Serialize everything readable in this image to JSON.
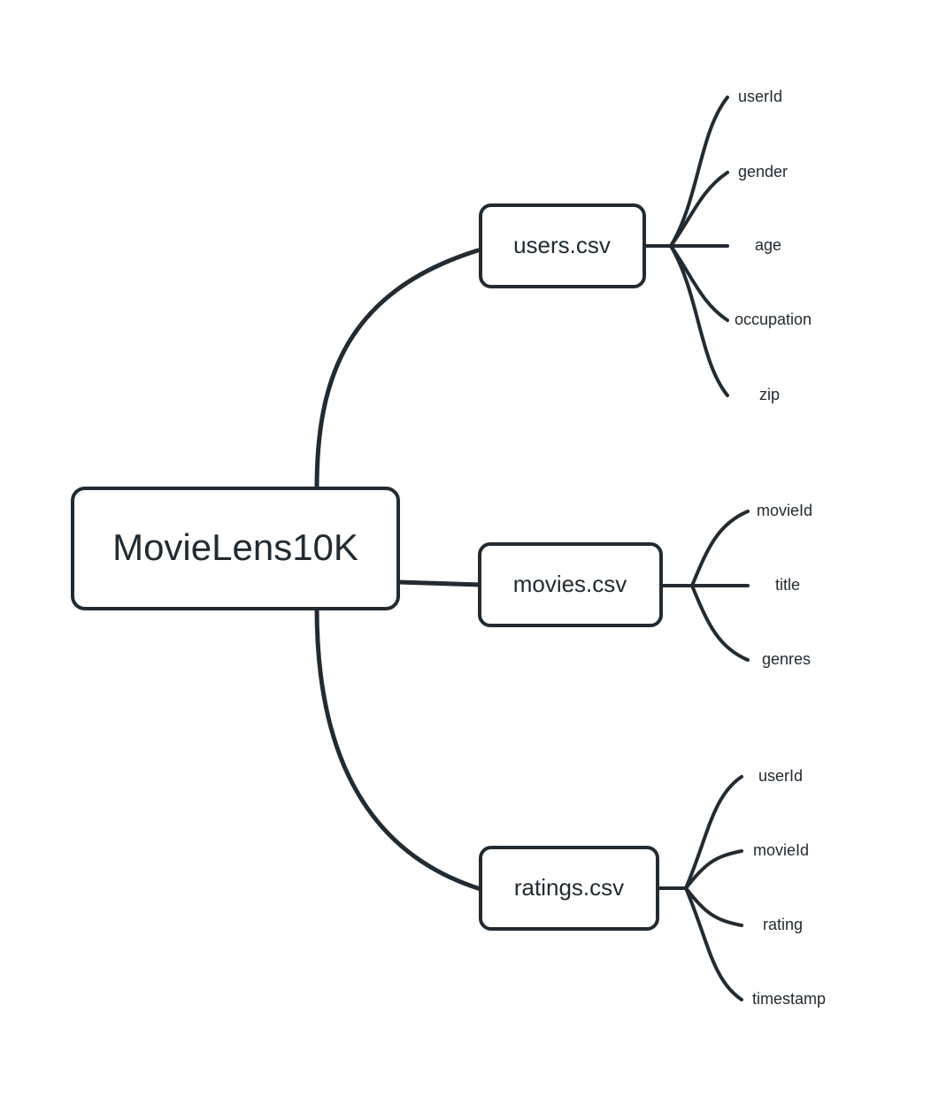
{
  "diagram": {
    "type": "mindmap",
    "title": "MovieLens10K dataset mindmap",
    "background_color": "#ffffff",
    "stroke_color": "#232b32",
    "text_color": "#232b32",
    "root": {
      "label": "MovieLens10K"
    },
    "branches": [
      {
        "id": "users",
        "label": "users.csv",
        "leaves": [
          {
            "label": "userId"
          },
          {
            "label": "gender"
          },
          {
            "label": "age"
          },
          {
            "label": "occupation"
          },
          {
            "label": "zip"
          }
        ]
      },
      {
        "id": "movies",
        "label": "movies.csv",
        "leaves": [
          {
            "label": "movieId"
          },
          {
            "label": "title"
          },
          {
            "label": "genres"
          }
        ]
      },
      {
        "id": "ratings",
        "label": "ratings.csv",
        "leaves": [
          {
            "label": "userId"
          },
          {
            "label": "movieId"
          },
          {
            "label": "rating"
          },
          {
            "label": "timestamp"
          }
        ]
      }
    ]
  }
}
